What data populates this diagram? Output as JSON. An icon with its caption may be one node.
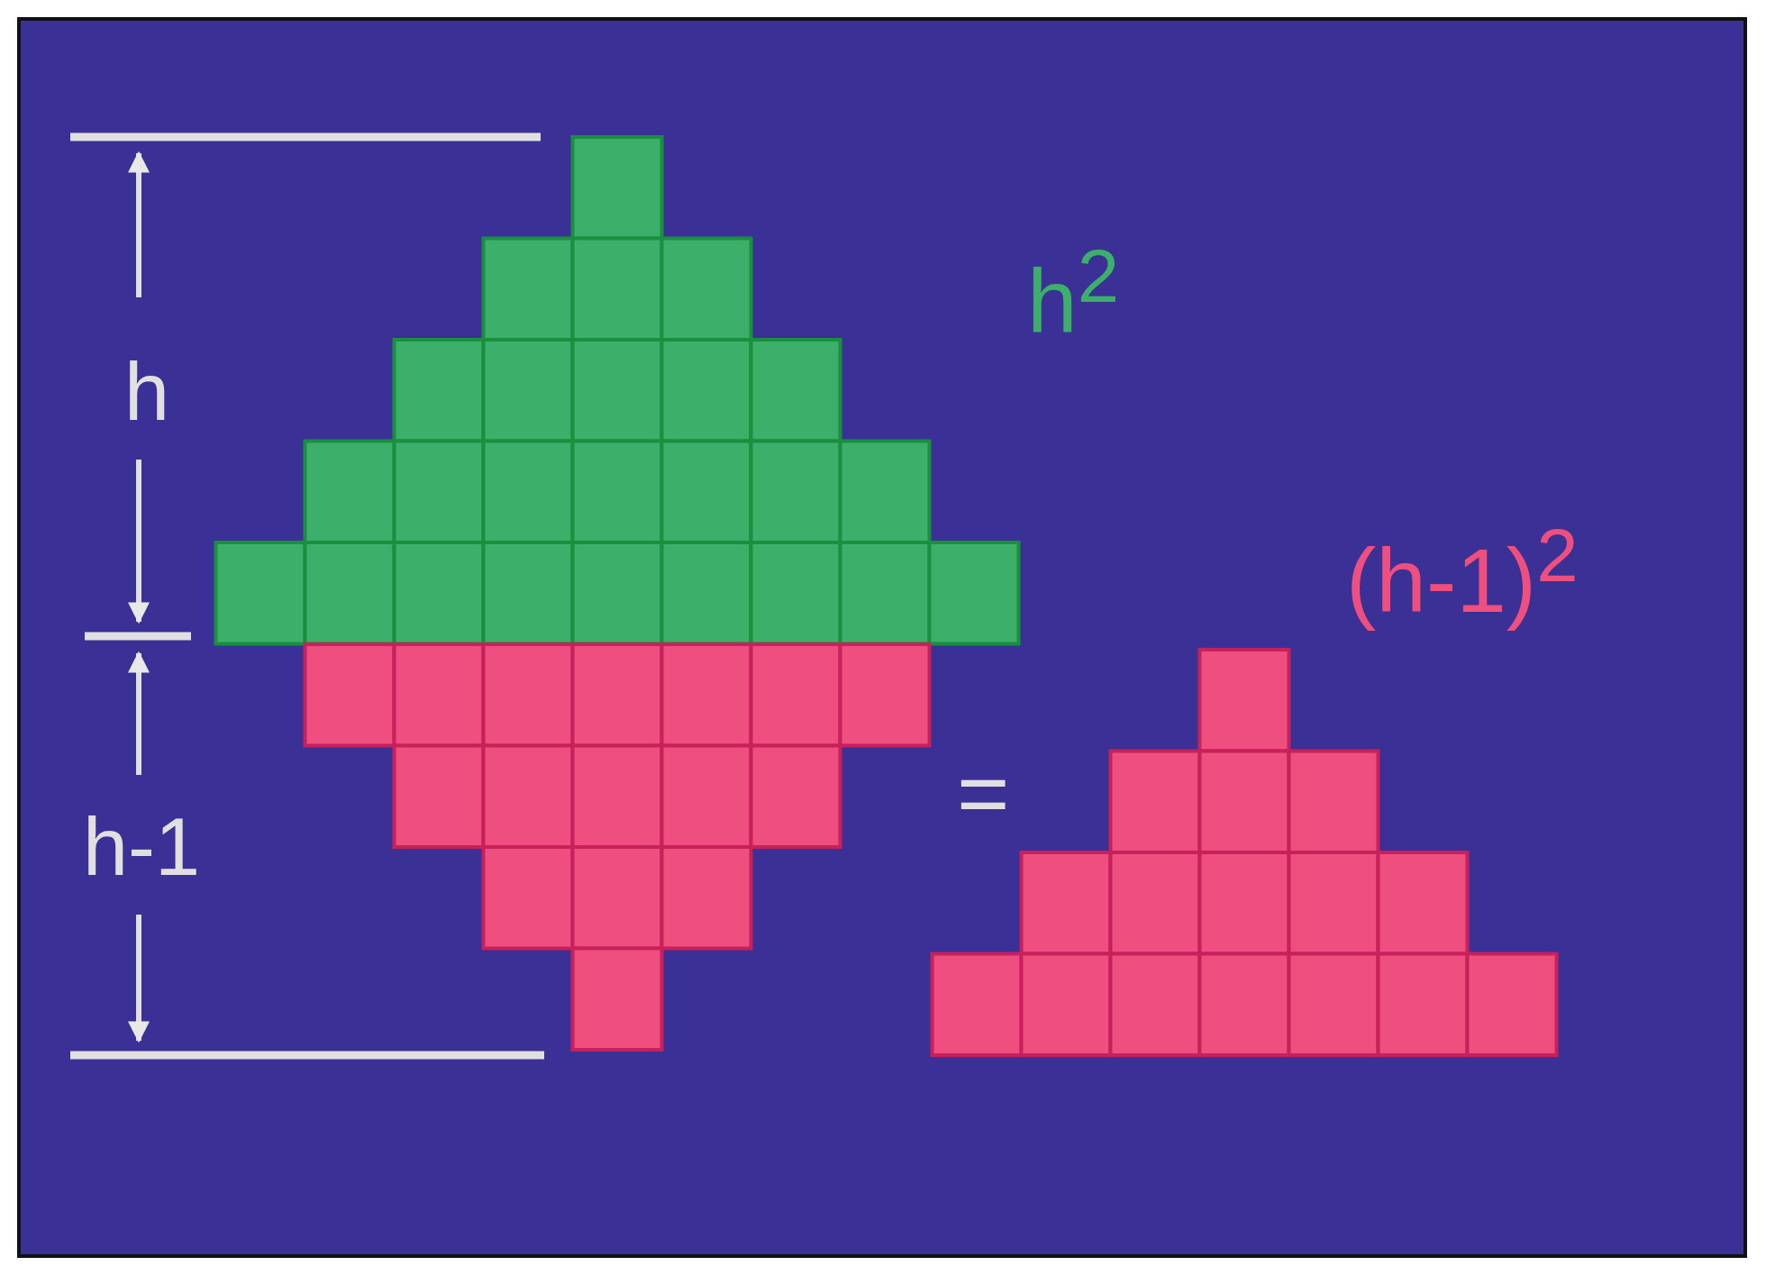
{
  "diagram": {
    "labels": [
      "h$^{2}$",
      "h",
      "(h-1)$^{2}$",
      "=",
      "h-1"
    ]
  }
}
